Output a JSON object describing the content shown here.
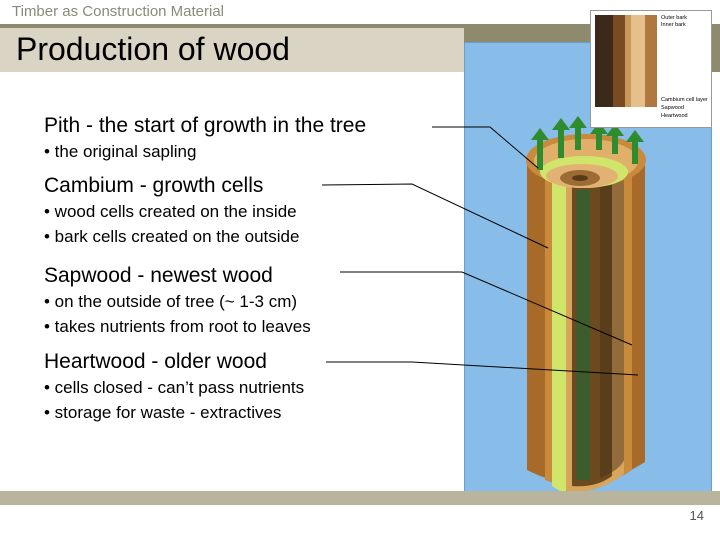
{
  "header": {
    "course": "Timber as Construction Material",
    "title": "Production of wood"
  },
  "sections": [
    {
      "heading": "Pith - the start of growth in the tree",
      "bullets": [
        "• the original sapling"
      ]
    },
    {
      "heading": "Cambium - growth cells",
      "bullets": [
        "• wood cells created on the inside",
        "• bark cells created on the outside"
      ]
    },
    {
      "heading": "Sapwood - newest wood",
      "bullets": [
        "• on the outside of tree (~ 1-3 cm)",
        "• takes nutrients from root to leaves"
      ]
    },
    {
      "heading": "Heartwood - older wood",
      "bullets": [
        "• cells closed - can’t pass nutrients",
        "• storage for waste - extractives"
      ]
    }
  ],
  "photo_labels": [
    "Outer bark",
    "Inner bark",
    "Cambium cell layer",
    "Sapwood",
    "Heartwood"
  ],
  "footer": {
    "page": "14"
  },
  "colors": {
    "title_bar": "#8d8a6e",
    "title_box": "#d9d4c3",
    "diagram_bg": "#87bde8",
    "arrow": "#2e8b2e"
  }
}
